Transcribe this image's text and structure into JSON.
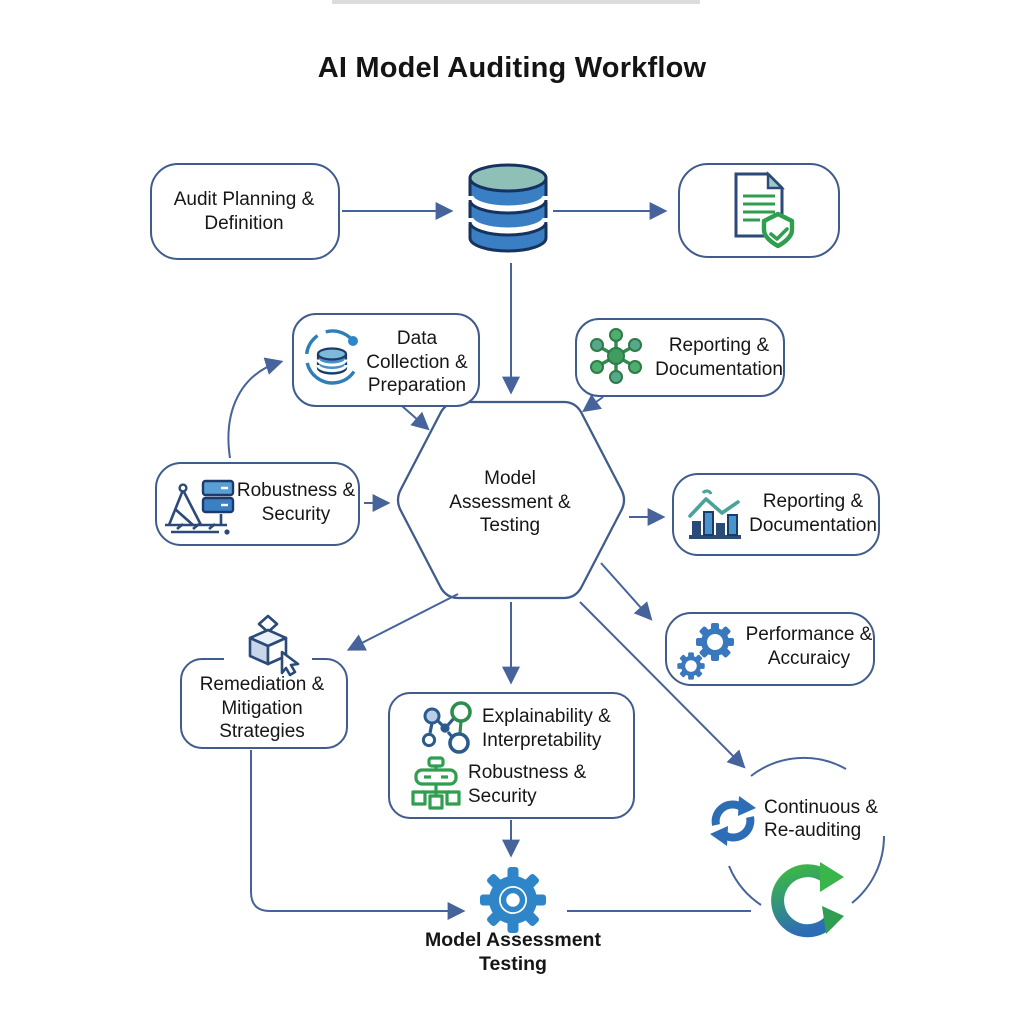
{
  "title": "AI Model Auditing Workflow",
  "nodes": {
    "audit_planning": {
      "label": "Audit Planning & Definition"
    },
    "data_collection": {
      "label": "Data Collection & Preparation"
    },
    "reporting_top": {
      "label": "Reporting & Documentation"
    },
    "model_assessment_hex": {
      "label": "Model Assessment & Testing"
    },
    "robustness_security_left": {
      "label": "Robustness & Security"
    },
    "reporting_right": {
      "label": "Reporting & Documentation"
    },
    "performance_accuracy": {
      "label": "Performance & Accuraicy"
    },
    "remediation": {
      "label": "Remediation & Mitigation Strategies"
    },
    "explainability": {
      "label": "Explainability & Interpretability"
    },
    "robustness_security_inner": {
      "label": "Robustness & Security"
    },
    "continuous_reauditing": {
      "label": "Continuous & Re-auditing"
    },
    "model_assessment_testing": {
      "label": "Model Assessment Testing"
    }
  },
  "icons": {
    "database": "database-cylinder-icon",
    "document_check": "document-shield-check-icon",
    "data_collection": "database-sync-icon",
    "network": "green-network-hub-icon",
    "crane": "crane-server-icon",
    "bar_chart": "bar-chart-trend-icon",
    "gears": "double-gear-icon",
    "cube_cursor": "cube-cursor-icon",
    "molecule": "molecule-graph-icon",
    "org_robot": "green-orgchart-robot-icon",
    "sync": "sync-arrows-icon",
    "recycle": "recycle-cycle-icon",
    "big_gear": "gear-icon"
  },
  "colors": {
    "box_border": "#3f5c8c",
    "arrow": "#46639c",
    "text": "#161616",
    "db_blue": "#3a7ec3",
    "db_top_teal": "#8fc0b8",
    "navy": "#1d3a6b",
    "green": "#2f9e4f",
    "teal_line": "#4aa39b",
    "gear_blue": "#2e86c8",
    "sync_blue": "#2d6db5",
    "recycle_green": "#3ab54a"
  }
}
